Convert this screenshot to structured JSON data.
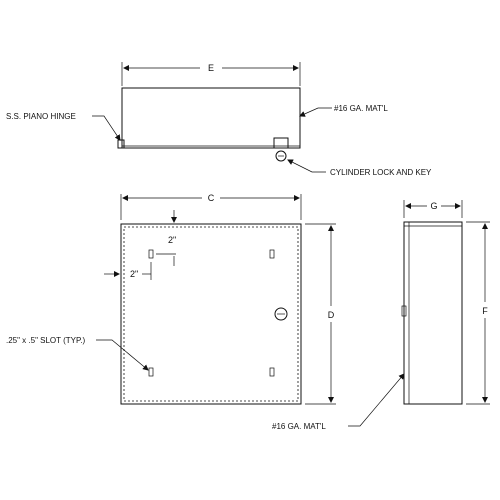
{
  "labels": {
    "hinge": "S.S. PIANO HINGE",
    "material_top": "#16 GA. MAT'L",
    "lock": "CYLINDER LOCK AND KEY",
    "slot": ".25\" x .5\" SLOT (TYP.)",
    "material_side": "#16 GA. MAT'L"
  },
  "dimensions": {
    "e": "E",
    "c": "C",
    "d": "D",
    "g": "G",
    "f": "F",
    "two_in_v": "2\"",
    "two_in_h": "2\""
  }
}
